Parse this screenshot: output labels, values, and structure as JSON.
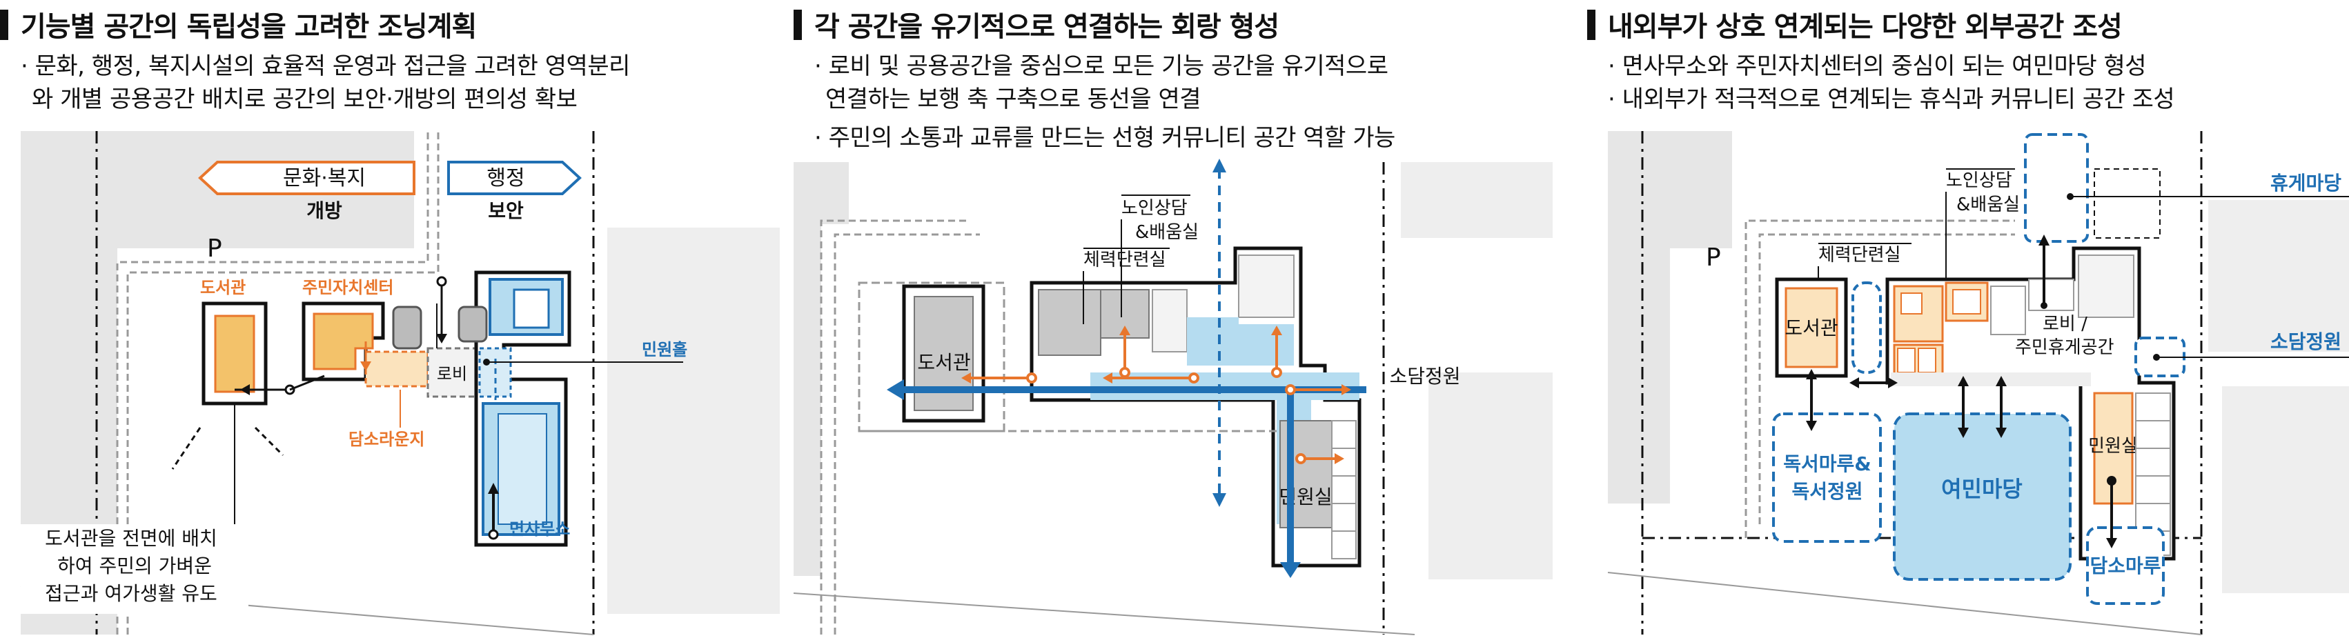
{
  "panel1": {
    "title": "기능별 공간의 독립성을 고려한 조닝계획",
    "desc": [
      "· 문화, 행정, 복지시설의 효율적 운영과 접근을 고려한 영역분리",
      "  와 개별 공용공간 배치로 공간의 보안·개방의 편의성 확보"
    ],
    "tag_open": "문화·복지",
    "tag_open_sub": "개방",
    "tag_secure": "행정",
    "tag_secure_sub": "보안",
    "parking": "P",
    "library": "도서관",
    "community_center": "주민자치센터",
    "lobby": "로비",
    "civil_hall": "민원홀",
    "lounge": "담소라운지",
    "office": "면사무소",
    "note": [
      "도서관을 전면에 배치",
      "하여 주민의 가벼운",
      "접근과 여가생활 유도"
    ]
  },
  "panel2": {
    "title": "각 공간을 유기적으로 연결하는 회랑 형성",
    "desc": [
      "· 로비 및 공용공간을 중심으로 모든 기능 공간을 유기적으로",
      "  연결하는 보행 축 구축으로 동선을 연결",
      "· 주민의  소통과 교류를 만드는 선형 커뮤니티 공간 역할 가능"
    ],
    "elderly": [
      "노인상담",
      "&배움실"
    ],
    "fitness": "체력단련실",
    "library": "도서관",
    "garden": "소담정원",
    "civil_room": "민원실"
  },
  "panel3": {
    "title": "내외부가 상호 연계되는 다양한 외부공간 조성",
    "desc": [
      "· 면사무소와 주민자치센터의 중심이 되는 여민마당 형성",
      "· 내외부가 적극적으로 연계되는 휴식과 커뮤니티 공간 조성"
    ],
    "parking": "P",
    "elderly": [
      "노인상담",
      "&배움실"
    ],
    "fitness": "체력단련실",
    "library": "도서관",
    "lobby": [
      "로비 /",
      "주민휴게공간"
    ],
    "rest_yard": "휴게마당",
    "small_garden": "소담정원",
    "reading": [
      "독서마루&",
      "독서정원"
    ],
    "yeomin": "여민마당",
    "civil_room": "민원실",
    "damso": "담소마루"
  },
  "colors": {
    "orange": "#e8762c",
    "orange_fill": "#f3c26a",
    "orange_light": "#fbe3bd",
    "blue": "#1f6fb3",
    "blue_fill": "#b5dcf0",
    "gray_fill": "#c8c8c8",
    "gray_light": "#e9e9e9",
    "dark": "#111111"
  }
}
